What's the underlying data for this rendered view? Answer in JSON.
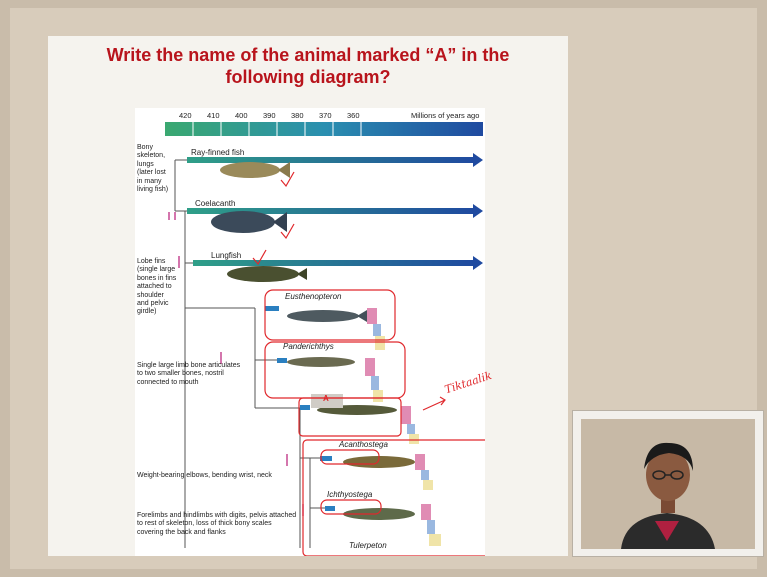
{
  "slide": {
    "title_line1": "Write the name of the animal marked “A” in the",
    "title_line2": "following diagram?"
  },
  "diagram": {
    "timescale": {
      "ticks": [
        "420",
        "410",
        "400",
        "390",
        "380",
        "370",
        "360"
      ],
      "unit_label": "Millions of years ago"
    },
    "taxa": [
      "Ray-finned fish",
      "Coelacanth",
      "Lungfish",
      "Eusthenopteron",
      "Panderichthys",
      "Acanthostega",
      "Ichthyostega",
      "Tulerpeton"
    ],
    "marked_label": "A",
    "side_labels": [
      "Bony skeleton, lungs (later lost in many living fish)",
      "Lobe fins (single large bones in fins attached to shoulder and pelvic girdle)",
      "Single large limb bone articulates to two smaller bones, nostril connected to mouth",
      "Weight-bearing elbows, bending wrist, neck",
      "Forelimbs and hindlimbs with digits, pelvis attached to rest of skeleton, loss of thick bony scales covering the back and flanks"
    ],
    "annotation": "Tiktaalik",
    "colors": {
      "title": "#b8141c",
      "timescale_start": "#3aa870",
      "timescale_end": "#1f4aa0",
      "ink": "#e0282c",
      "node": "#c23a8a",
      "accent": "#2a7fc0"
    }
  }
}
